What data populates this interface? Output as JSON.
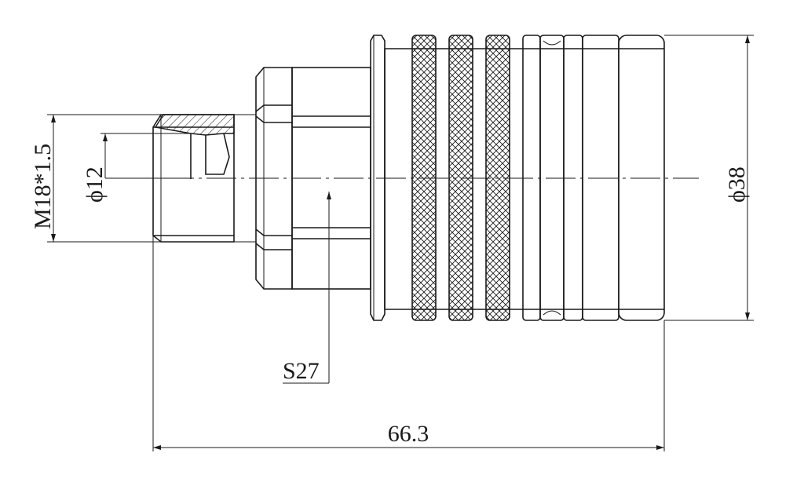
{
  "drawing": {
    "labels": {
      "thread": "M18*1.5",
      "bore_diameter": "ϕ12",
      "outer_diameter": "ϕ38",
      "hex_size": "S27",
      "overall_length": "66.3"
    },
    "colors": {
      "line": "#1a1a1a",
      "background": "#ffffff"
    }
  }
}
